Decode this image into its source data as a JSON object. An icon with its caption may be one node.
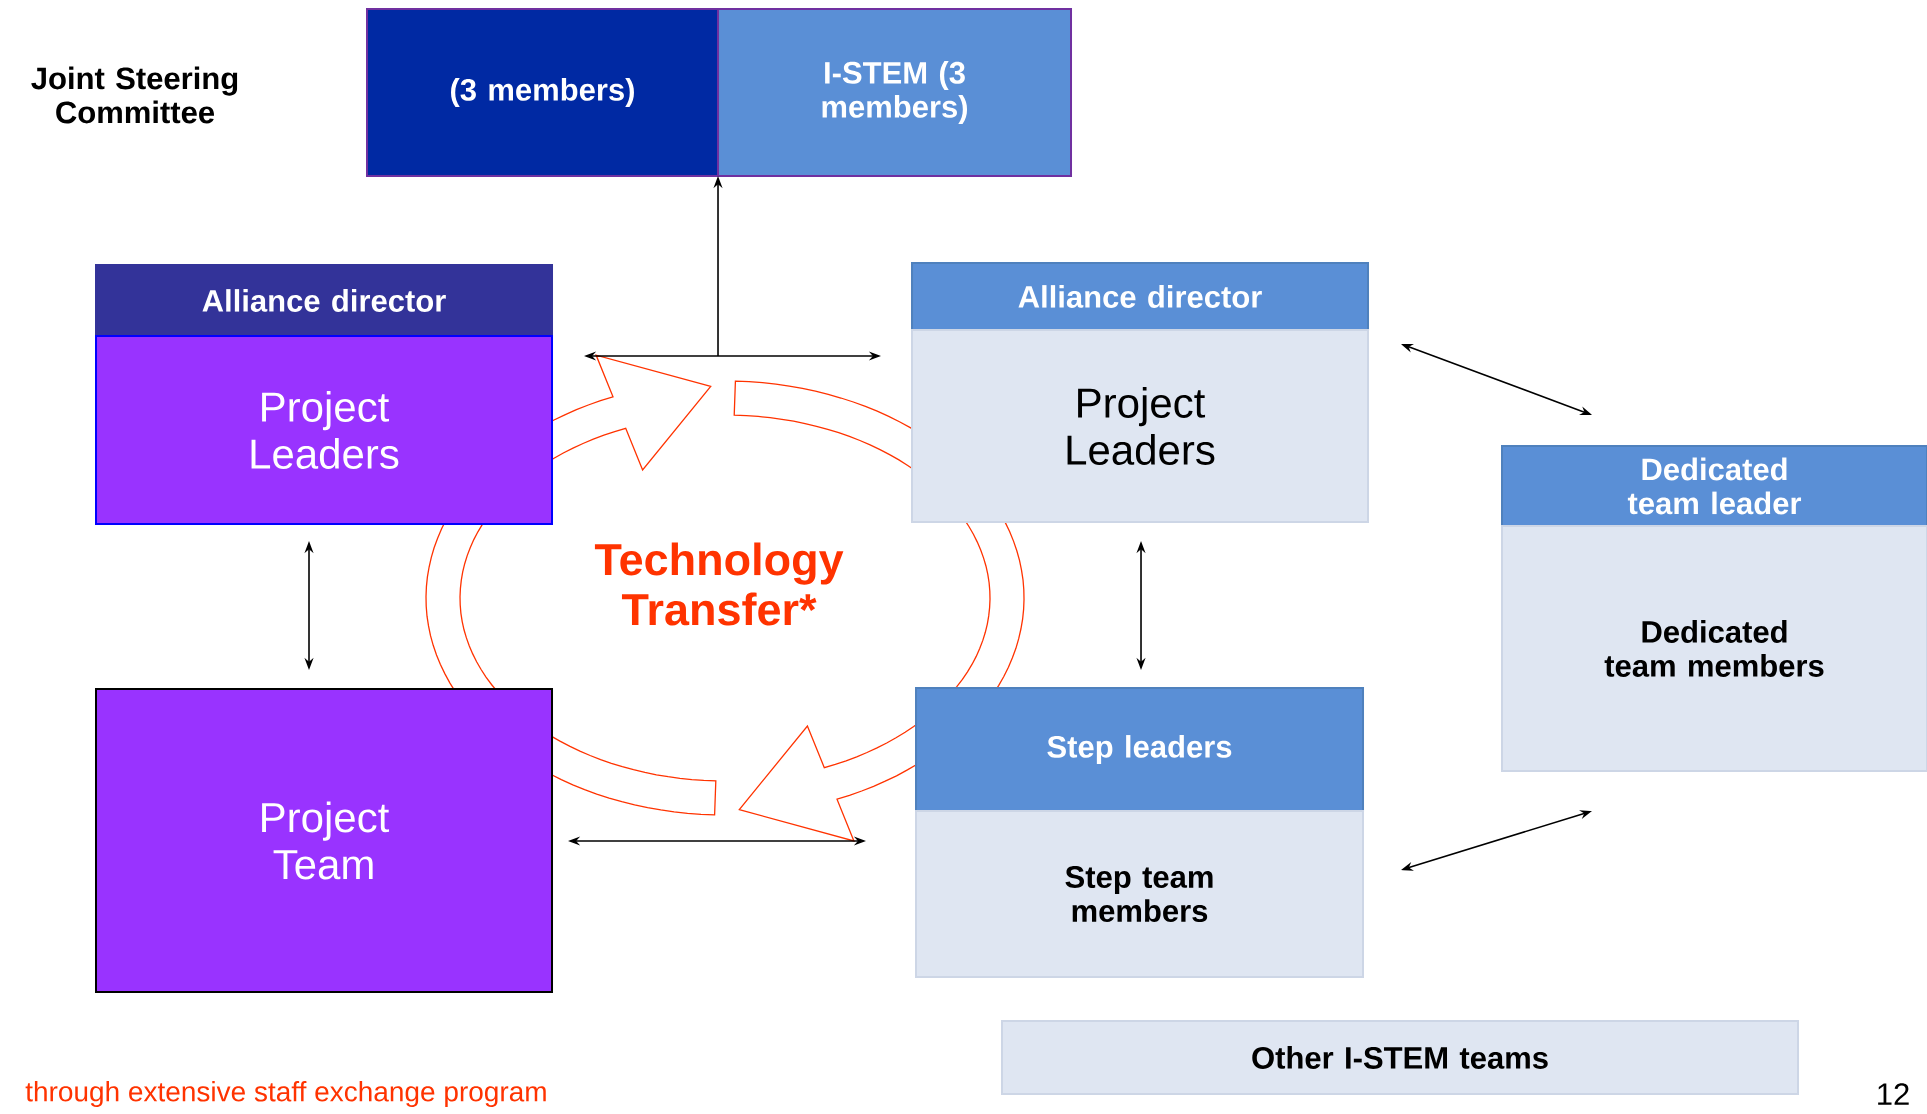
{
  "diagram": {
    "nodes": [
      {
        "text": [
          "(3 members)"
        ]
      },
      {
        "text": [
          "I-STEM (3 members)"
        ]
      },
      {
        "text": [
          "Alliance director"
        ]
      },
      {
        "text": [
          "Project Leaders"
        ]
      },
      {
        "text": [
          "Alliance director"
        ]
      },
      {
        "text": [
          "Project Leaders"
        ]
      },
      {
        "text": [
          "Dedicated team leader"
        ]
      },
      {
        "text": [
          "Dedicated team members"
        ]
      },
      {
        "text": [
          "Project Team"
        ]
      },
      {
        "text": [
          "Step leaders"
        ]
      },
      {
        "text": [
          "Step team members"
        ]
      },
      {
        "text": [
          "Other I-STEM teams"
        ]
      }
    ],
    "edges": [
      {
        "from": null,
        "to": 0,
        "arrow": "to"
      },
      {
        "from": 3,
        "to": 5,
        "arrow": "both"
      },
      {
        "from": 3,
        "to": 8,
        "arrow": "both"
      },
      {
        "from": 5,
        "to": 9,
        "arrow": "both"
      },
      {
        "from": 8,
        "to": 10,
        "arrow": "both"
      },
      {
        "from": 5,
        "to": 6,
        "arrow": "both"
      },
      {
        "from": 10,
        "to": 7,
        "arrow": "both"
      }
    ],
    "labels": [
      "Joint Steering Committee",
      "Technology Transfer*",
      "through extensive staff exchange program",
      "12"
    ]
  }
}
